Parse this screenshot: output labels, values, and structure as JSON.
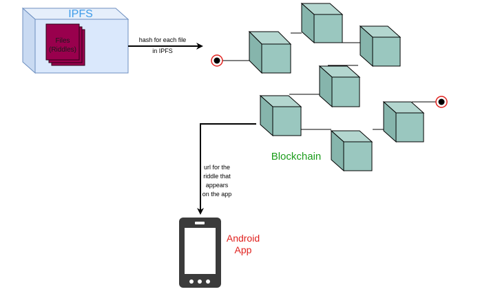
{
  "ipfs": {
    "title": "IPFS",
    "files_label_line1": "Files",
    "files_label_line2": "(Riddles)"
  },
  "edges": {
    "hash_label_line1": "hash for each file",
    "hash_label_line2": "in IPFS",
    "url_label_line1": "url for the",
    "url_label_line2": "riddle that",
    "url_label_line3": "appears",
    "url_label_line4": "on the app"
  },
  "blockchain": {
    "label": "Blockchain"
  },
  "android": {
    "label_line1": "Android",
    "label_line2": "App"
  },
  "colors": {
    "ipfs_fill": "#dae8fc",
    "ipfs_stroke": "#6c8ebf",
    "ipfs_text": "#3d9be9",
    "files_fill": "#99004d",
    "block_fill": "#9ac7bf",
    "blockchain_text": "#1a9c1a",
    "android_text": "#e0201d",
    "phone": "#3b3b3b",
    "terminal": "#e0201d"
  }
}
